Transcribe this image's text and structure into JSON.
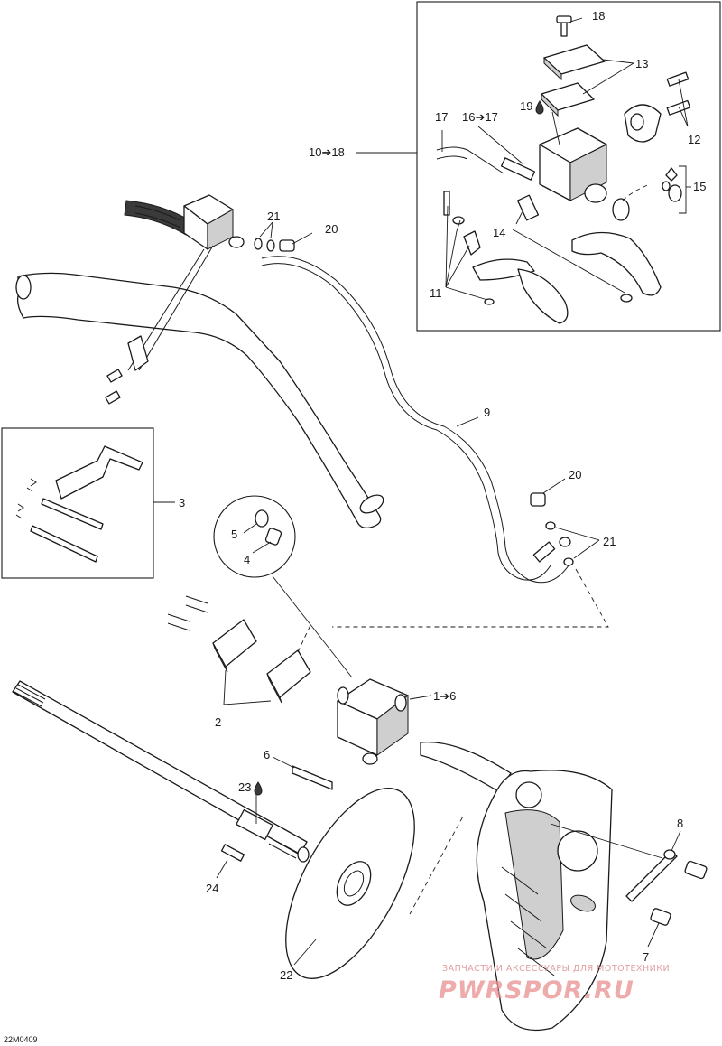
{
  "labels": {
    "l1_6": "1➔6",
    "l2": "2",
    "l3": "3",
    "l4": "4",
    "l5": "5",
    "l6": "6",
    "l7": "7",
    "l8": "8",
    "l9": "9",
    "l10_18": "10➔18",
    "l11": "11",
    "l12": "12",
    "l13": "13",
    "l14": "14",
    "l15": "15",
    "l16_17": "16➔17",
    "l17": "17",
    "l18": "18",
    "l19": "19",
    "l20_top": "20",
    "l20_right": "20",
    "l21_top": "21",
    "l21_right": "21",
    "l22": "22",
    "l23": "23",
    "l24": "24"
  },
  "figure_code": "22M0409",
  "watermark": {
    "tagline": "ЗАПЧАСТИ И АКСЕССУАРЫ ДЛЯ МОТОТЕХНИКИ",
    "brand": "PWRSPOR.RU"
  },
  "colors": {
    "line": "#1a1a1a",
    "watermark": "#e88f8f"
  }
}
